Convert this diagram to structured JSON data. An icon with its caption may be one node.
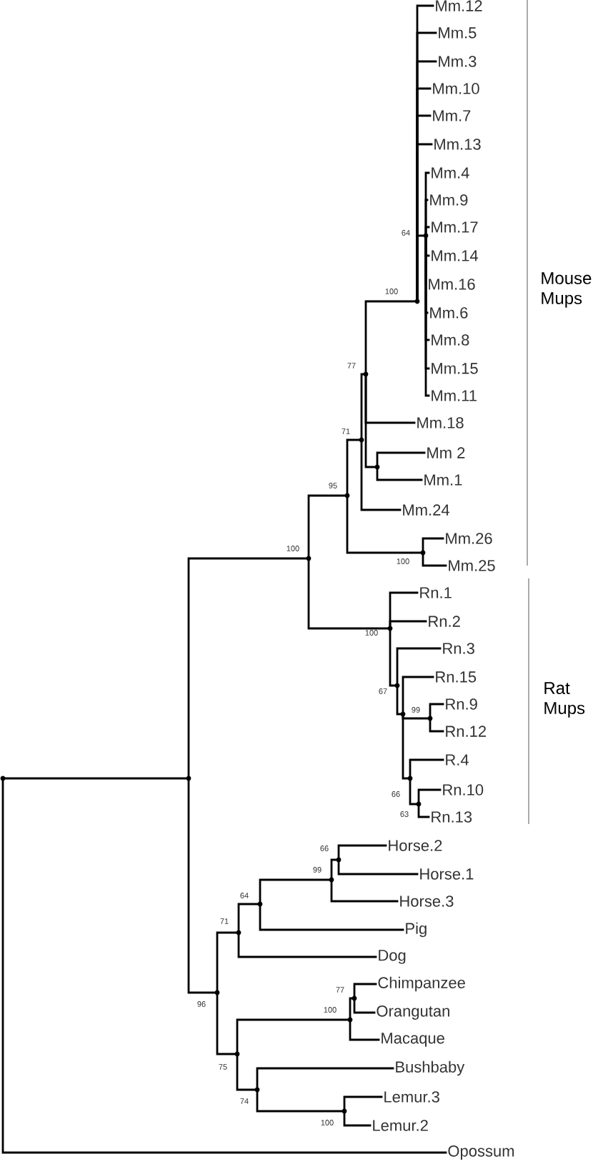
{
  "diagram": {
    "nodes": [
      {
        "text": [
          "Mm.12"
        ]
      },
      {
        "text": [
          "Mm.5"
        ]
      },
      {
        "text": [
          "Mm.3"
        ]
      },
      {
        "text": [
          "Mm.10"
        ]
      },
      {
        "text": [
          "Mm.7"
        ]
      },
      {
        "text": [
          "Mm.13"
        ]
      },
      {
        "text": [
          "Mm.4"
        ]
      },
      {
        "text": [
          "Mm.9"
        ]
      },
      {
        "text": [
          "Mm.17"
        ]
      },
      {
        "text": [
          "Mm.14"
        ]
      },
      {
        "text": [
          "Mm.16"
        ]
      },
      {
        "text": [
          "Mm.6"
        ]
      },
      {
        "text": [
          "Mm.8"
        ]
      },
      {
        "text": [
          "Mm.15"
        ]
      },
      {
        "text": [
          "Mm.11"
        ]
      },
      {
        "text": [
          "Mm.18"
        ]
      },
      {
        "text": [
          "Mm 2"
        ]
      },
      {
        "text": [
          "Mm.1"
        ]
      },
      {
        "text": [
          "Mm.24"
        ]
      },
      {
        "text": [
          "Mm.26"
        ]
      },
      {
        "text": [
          "Mm.25"
        ]
      },
      {
        "text": [
          "Rn.1"
        ]
      },
      {
        "text": [
          "Rn.2"
        ]
      },
      {
        "text": [
          "Rn.3"
        ]
      },
      {
        "text": [
          "Rn.15"
        ]
      },
      {
        "text": [
          "Rn.9"
        ]
      },
      {
        "text": [
          "Rn.12"
        ]
      },
      {
        "text": [
          "R.4"
        ]
      },
      {
        "text": [
          "Rn.10"
        ]
      },
      {
        "text": [
          "Rn.13"
        ]
      },
      {
        "text": [
          "Horse.2"
        ]
      },
      {
        "text": [
          "Horse.1"
        ]
      },
      {
        "text": [
          "Horse.3"
        ]
      },
      {
        "text": [
          "Pig"
        ]
      },
      {
        "text": [
          "Dog"
        ]
      },
      {
        "text": [
          "Chimpanzee"
        ]
      },
      {
        "text": [
          "Orangutan"
        ]
      },
      {
        "text": [
          "Macaque"
        ]
      },
      {
        "text": [
          "Bushbaby"
        ]
      },
      {
        "text": [
          "Lemur.3"
        ]
      },
      {
        "text": [
          "Lemur.2"
        ]
      },
      {
        "text": [
          "Opossum"
        ]
      },
      {
        "text": [],
        "shape": "point"
      },
      {
        "text": [],
        "shape": "point"
      },
      {
        "text": [],
        "shape": "point",
        "beside": [
          "100"
        ]
      },
      {
        "text": [],
        "shape": "point",
        "beside": [
          "95"
        ]
      },
      {
        "text": [],
        "shape": "point",
        "beside": [
          "71"
        ]
      },
      {
        "text": [],
        "shape": "point",
        "beside": [
          "77"
        ]
      },
      {
        "text": [],
        "shape": "point",
        "beside": [
          "100"
        ]
      },
      {
        "text": [],
        "shape": "point",
        "beside": [
          "64"
        ]
      },
      {
        "text": [],
        "shape": "point"
      },
      {
        "text": [],
        "shape": "point",
        "beside": [
          "100"
        ]
      },
      {
        "text": [],
        "shape": "point",
        "beside": [
          "100"
        ]
      },
      {
        "text": [],
        "shape": "point",
        "beside": [
          "67"
        ]
      },
      {
        "text": [],
        "shape": "point"
      },
      {
        "text": [],
        "shape": "point",
        "beside": [
          "99"
        ]
      },
      {
        "text": [],
        "shape": "point",
        "beside": [
          "66"
        ]
      },
      {
        "text": [],
        "shape": "point",
        "beside": [
          "63"
        ]
      },
      {
        "text": [],
        "shape": "point",
        "beside": [
          "96"
        ]
      },
      {
        "text": [],
        "shape": "point",
        "beside": [
          "71"
        ]
      },
      {
        "text": [],
        "shape": "point",
        "beside": [
          "64"
        ]
      },
      {
        "text": [],
        "shape": "point",
        "beside": [
          "99"
        ]
      },
      {
        "text": [],
        "shape": "point",
        "beside": [
          "66"
        ]
      },
      {
        "text": [],
        "shape": "point",
        "beside": [
          "75"
        ]
      },
      {
        "text": [],
        "shape": "point",
        "beside": [
          "100"
        ]
      },
      {
        "text": [],
        "shape": "point",
        "beside": [
          "77"
        ]
      },
      {
        "text": [],
        "shape": "point",
        "beside": [
          "74"
        ]
      },
      {
        "text": [],
        "shape": "point",
        "beside": [
          "100"
        ]
      }
    ],
    "edges": [
      {
        "from": 42,
        "to": 43,
        "arrow": "none"
      },
      {
        "from": 42,
        "to": 41,
        "arrow": "none"
      },
      {
        "from": 43,
        "to": 44,
        "arrow": "none"
      },
      {
        "from": 43,
        "to": 58,
        "arrow": "none"
      },
      {
        "from": 44,
        "to": 45,
        "arrow": "none"
      },
      {
        "from": 44,
        "to": 52,
        "arrow": "none"
      },
      {
        "from": 45,
        "to": 46,
        "arrow": "none"
      },
      {
        "from": 45,
        "to": 51,
        "arrow": "none"
      },
      {
        "from": 46,
        "to": 47,
        "arrow": "none"
      },
      {
        "from": 46,
        "to": 18,
        "arrow": "none"
      },
      {
        "from": 47,
        "to": 48,
        "arrow": "none"
      },
      {
        "from": 47,
        "to": 15,
        "arrow": "none"
      },
      {
        "from": 47,
        "to": 50,
        "arrow": "none"
      },
      {
        "from": 48,
        "to": 0,
        "arrow": "none"
      },
      {
        "from": 48,
        "to": 1,
        "arrow": "none"
      },
      {
        "from": 48,
        "to": 2,
        "arrow": "none"
      },
      {
        "from": 48,
        "to": 3,
        "arrow": "none"
      },
      {
        "from": 48,
        "to": 4,
        "arrow": "none"
      },
      {
        "from": 48,
        "to": 5,
        "arrow": "none"
      },
      {
        "from": 48,
        "to": 49,
        "arrow": "none"
      },
      {
        "from": 49,
        "to": 6,
        "arrow": "none"
      },
      {
        "from": 49,
        "to": 7,
        "arrow": "none"
      },
      {
        "from": 49,
        "to": 8,
        "arrow": "none"
      },
      {
        "from": 49,
        "to": 9,
        "arrow": "none"
      },
      {
        "from": 49,
        "to": 10,
        "arrow": "none"
      },
      {
        "from": 49,
        "to": 11,
        "arrow": "none"
      },
      {
        "from": 49,
        "to": 12,
        "arrow": "none"
      },
      {
        "from": 49,
        "to": 13,
        "arrow": "none"
      },
      {
        "from": 49,
        "to": 14,
        "arrow": "none"
      },
      {
        "from": 50,
        "to": 16,
        "arrow": "none"
      },
      {
        "from": 50,
        "to": 17,
        "arrow": "none"
      },
      {
        "from": 51,
        "to": 19,
        "arrow": "none"
      },
      {
        "from": 51,
        "to": 20,
        "arrow": "none"
      },
      {
        "from": 52,
        "to": 21,
        "arrow": "none"
      },
      {
        "from": 52,
        "to": 22,
        "arrow": "none"
      },
      {
        "from": 52,
        "to": 53,
        "arrow": "none"
      },
      {
        "from": 53,
        "to": 23,
        "arrow": "none"
      },
      {
        "from": 53,
        "to": 54,
        "arrow": "none"
      },
      {
        "from": 54,
        "to": 24,
        "arrow": "none"
      },
      {
        "from": 54,
        "to": 55,
        "arrow": "none"
      },
      {
        "from": 54,
        "to": 56,
        "arrow": "none"
      },
      {
        "from": 55,
        "to": 25,
        "arrow": "none"
      },
      {
        "from": 55,
        "to": 26,
        "arrow": "none"
      },
      {
        "from": 56,
        "to": 27,
        "arrow": "none"
      },
      {
        "from": 56,
        "to": 57,
        "arrow": "none"
      },
      {
        "from": 57,
        "to": 28,
        "arrow": "none"
      },
      {
        "from": 57,
        "to": 29,
        "arrow": "none"
      },
      {
        "from": 58,
        "to": 59,
        "arrow": "none"
      },
      {
        "from": 58,
        "to": 63,
        "arrow": "none"
      },
      {
        "from": 59,
        "to": 60,
        "arrow": "none"
      },
      {
        "from": 59,
        "to": 34,
        "arrow": "none"
      },
      {
        "from": 60,
        "to": 61,
        "arrow": "none"
      },
      {
        "from": 60,
        "to": 33,
        "arrow": "none"
      },
      {
        "from": 61,
        "to": 62,
        "arrow": "none"
      },
      {
        "from": 61,
        "to": 32,
        "arrow": "none"
      },
      {
        "from": 62,
        "to": 30,
        "arrow": "none"
      },
      {
        "from": 62,
        "to": 31,
        "arrow": "none"
      },
      {
        "from": 63,
        "to": 64,
        "arrow": "none"
      },
      {
        "from": 63,
        "to": 66,
        "arrow": "none"
      },
      {
        "from": 64,
        "to": 65,
        "arrow": "none"
      },
      {
        "from": 64,
        "to": 37,
        "arrow": "none"
      },
      {
        "from": 65,
        "to": 35,
        "arrow": "none"
      },
      {
        "from": 65,
        "to": 36,
        "arrow": "none"
      },
      {
        "from": 66,
        "to": 38,
        "arrow": "none"
      },
      {
        "from": 66,
        "to": 67,
        "arrow": "none"
      },
      {
        "from": 67,
        "to": 39,
        "arrow": "none"
      },
      {
        "from": 67,
        "to": 40,
        "arrow": "none"
      }
    ],
    "labels": [
      "Mouse Mups",
      "Rat Mups"
    ]
  }
}
